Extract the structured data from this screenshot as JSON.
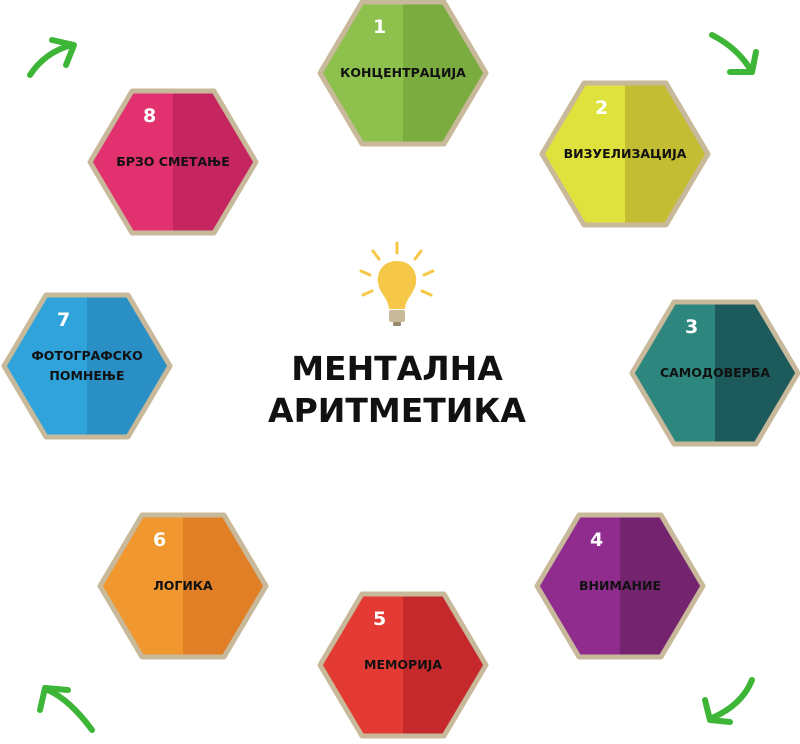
{
  "title": {
    "line1": "МЕНТАЛНА",
    "line2": "АРИТМЕТИКА"
  },
  "colors": {
    "border": "#c9b99b",
    "arrow": "#3db536",
    "bulb": "#f6c84a"
  },
  "hexagons": [
    {
      "number": "1",
      "lines": [
        "КОНЦЕНТРАЦИЈА"
      ],
      "left": "#8dc04c",
      "right": "#7aac40"
    },
    {
      "number": "2",
      "lines": [
        "ВИЗУЕЛИЗАЦИЈА"
      ],
      "left": "#dfe23c",
      "right": "#c3bd33"
    },
    {
      "number": "3",
      "lines": [
        "САМОДОВЕРБА"
      ],
      "left": "#2e877e",
      "right": "#1d5a5c"
    },
    {
      "number": "4",
      "lines": [
        "ВНИМАНИЕ"
      ],
      "left": "#8f2c8e",
      "right": "#74246f"
    },
    {
      "number": "5",
      "lines": [
        "МЕМОРИЈА"
      ],
      "left": "#e33b33",
      "right": "#c5292b"
    },
    {
      "number": "6",
      "lines": [
        "ЛОГИКА"
      ],
      "left": "#f0972f",
      "right": "#e07f26"
    },
    {
      "number": "7",
      "lines": [
        "ФОТОГРАФСКО",
        "ПОМНЕЊЕ"
      ],
      "left": "#2fa3da",
      "right": "#2a8fc5"
    },
    {
      "number": "8",
      "lines": [
        "БРЗО СМЕТАЊЕ"
      ],
      "left": "#e1316f",
      "right": "#c52660"
    }
  ]
}
